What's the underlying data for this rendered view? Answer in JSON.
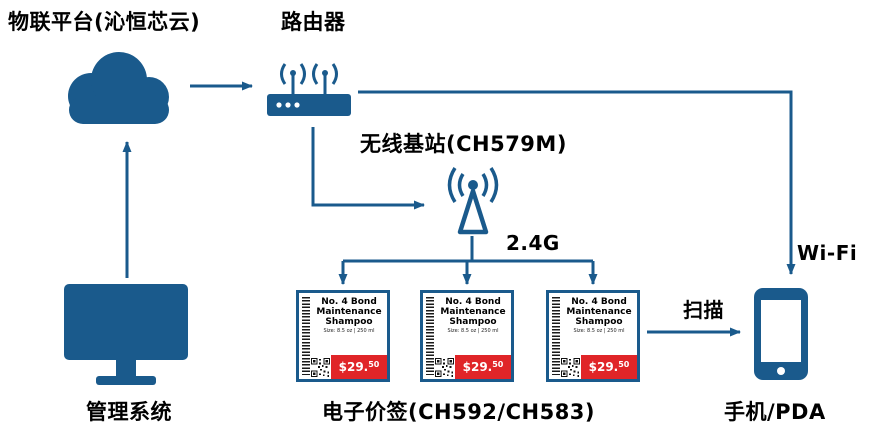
{
  "colors": {
    "primary": "#1a5a8c",
    "price_red": "#e02528",
    "text": "#000000",
    "background": "#ffffff"
  },
  "nodes": {
    "iot_platform": {
      "label": "物联平台(沁恒芯云)"
    },
    "router": {
      "label": "路由器"
    },
    "base_station": {
      "label": "无线基站(CH579M)"
    },
    "esl_group": {
      "label": "电子价签(CH592/CH583)"
    },
    "management_system": {
      "label": "管理系统"
    },
    "phone": {
      "label": "手机/PDA"
    }
  },
  "edges": {
    "rf_label": "2.4G",
    "wifi_label": "Wi-Fi",
    "scan_label": "扫描"
  },
  "price_tag": {
    "title_line1": "No. 4 Bond",
    "title_line2": "Maintenance",
    "title_line3": "Shampoo",
    "subtitle": "Size: 8.5 oz | 250 ml",
    "price_dollars": "$29.",
    "price_cents": "50"
  }
}
